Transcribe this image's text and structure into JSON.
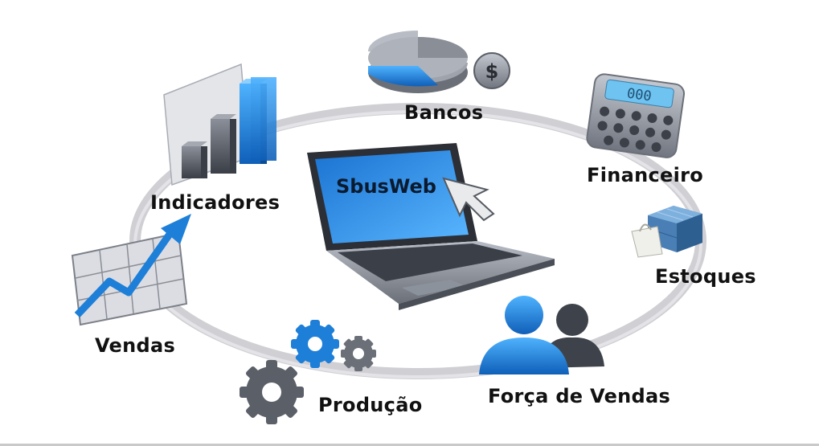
{
  "center": {
    "label": "SbusWeb",
    "icon": "laptop-icon"
  },
  "modules": [
    {
      "label": "Bancos",
      "icon": "pie-chart-dollar-icon"
    },
    {
      "label": "Financeiro",
      "icon": "calculator-icon"
    },
    {
      "label": "Estoques",
      "icon": "boxes-icon"
    },
    {
      "label": "Força de Vendas",
      "icon": "users-icon"
    },
    {
      "label": "Produção",
      "icon": "gears-icon"
    },
    {
      "label": "Vendas",
      "icon": "trend-chart-icon"
    },
    {
      "label": "Indicadores",
      "icon": "bar-chart-icon"
    }
  ],
  "colors": {
    "accent": "#1e88e5",
    "ring": "#c8c8cc",
    "text": "#111111"
  }
}
